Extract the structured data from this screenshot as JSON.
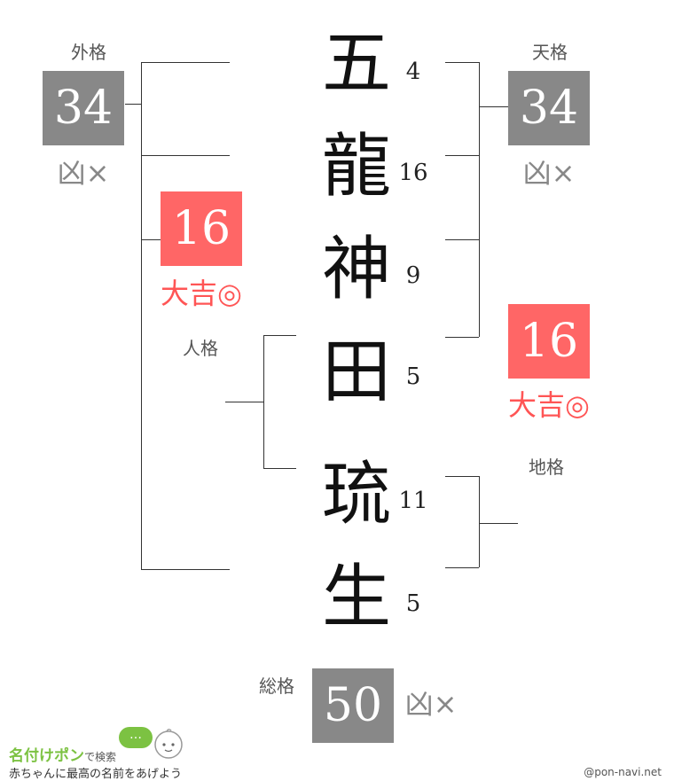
{
  "colors": {
    "bad": "#888888",
    "good": "#ff6666",
    "bad_text": "#888888",
    "good_text": "#ff5555"
  },
  "name": {
    "chars": [
      "五",
      "龍",
      "神",
      "田",
      "琉",
      "生"
    ],
    "strokes": [
      "4",
      "16",
      "9",
      "5",
      "11",
      "5"
    ]
  },
  "gaikaku": {
    "label": "外格",
    "value": "34",
    "verdict": "凶×",
    "tone": "bad"
  },
  "tenkaku": {
    "label": "天格",
    "value": "34",
    "verdict": "凶×",
    "tone": "bad"
  },
  "jinkaku": {
    "label": "人格",
    "value": "16",
    "verdict": "大吉◎",
    "tone": "good"
  },
  "chikaku": {
    "label": "地格",
    "value": "16",
    "verdict": "大吉◎",
    "tone": "good"
  },
  "soukaku": {
    "label": "総格",
    "value": "50",
    "verdict": "凶×",
    "tone": "bad"
  },
  "footer": {
    "brand": "名付けポン",
    "brand_suffix": "で検索",
    "tagline": "赤ちゃんに最高の名前をあげよう",
    "site": "@pon-navi.net",
    "bubble_text": "…"
  }
}
